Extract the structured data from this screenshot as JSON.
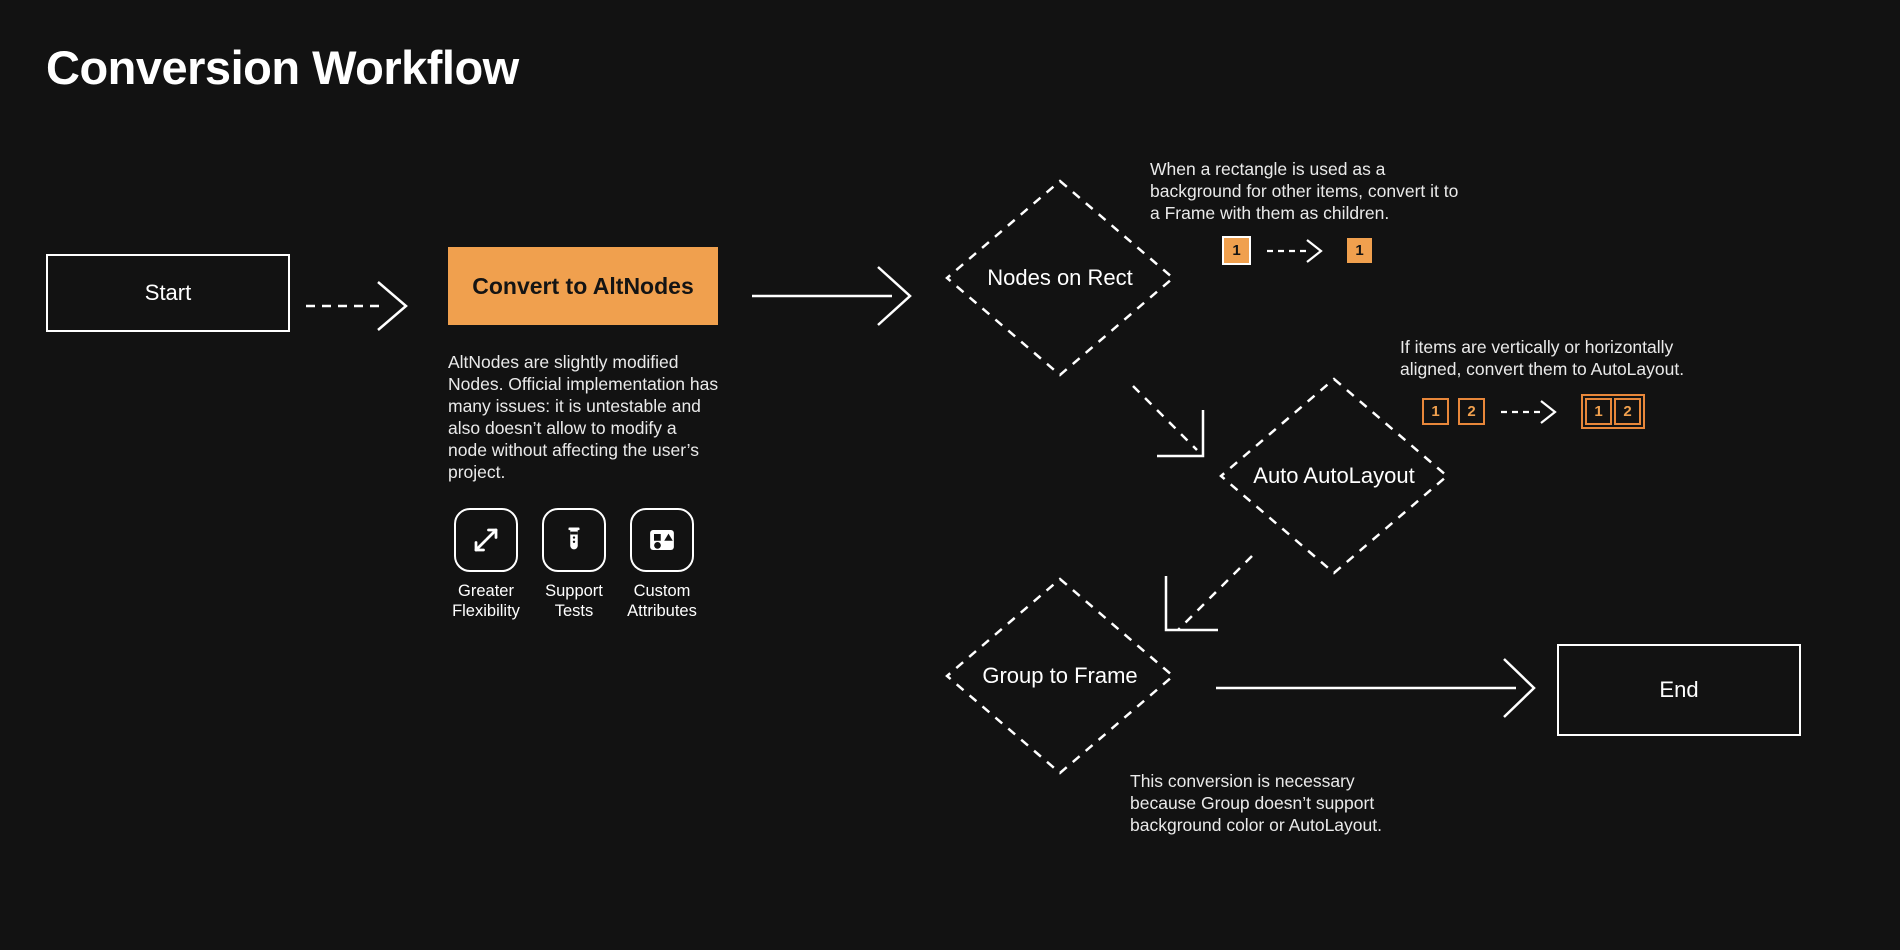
{
  "page": {
    "title": "Conversion Workflow",
    "background_color": "#121212",
    "accent_color": "#f0a04e",
    "text_color": "#ffffff"
  },
  "nodes": {
    "start": {
      "label": "Start",
      "shape": "rectangle"
    },
    "convert": {
      "label": "Convert to AltNodes",
      "shape": "rectangle",
      "fill": "#f0a04e",
      "description": "AltNodes are slightly modified Nodes. Official implementation has many issues: it is untestable and also doesn’t allow to modify a node without affecting the user’s project."
    },
    "nodes_on_rect": {
      "label": "Nodes on Rect",
      "shape": "diamond"
    },
    "auto_autolayout": {
      "label": "Auto AutoLayout",
      "shape": "diamond"
    },
    "group_to_frame": {
      "label": "Group to Frame",
      "shape": "diamond"
    },
    "end": {
      "label": "End",
      "shape": "rectangle"
    }
  },
  "features": [
    {
      "icon": "expand-arrows-icon",
      "line1": "Greater",
      "line2": "Flexibility"
    },
    {
      "icon": "test-tube-icon",
      "line1": "Support",
      "line2": "Tests"
    },
    {
      "icon": "shapes-icon",
      "line1": "Custom",
      "line2": "Attributes"
    }
  ],
  "annotations": {
    "nodes_on_rect": "When a rectangle is used as a background for other items, convert it to a Frame with them as children.",
    "auto_autolayout": "If items are vertically or horizontally aligned, convert them to AutoLayout.",
    "group_to_frame": "This conversion is necessary because Group doesn’t support background color or AutoLayout."
  },
  "illustrations": {
    "rect_to_frame": {
      "before": {
        "badges": [
          "1"
        ],
        "outer_frame": "white"
      },
      "after": {
        "badges": [
          "1"
        ],
        "outer_frame": "none"
      }
    },
    "align_to_autolayout": {
      "before": {
        "badges": [
          "1",
          "2"
        ],
        "outer_frame": "none"
      },
      "after": {
        "badges": [
          "1",
          "2"
        ],
        "outer_frame": "#e8873a"
      }
    }
  },
  "edges": [
    {
      "from": "start",
      "to": "convert",
      "style": "dashed"
    },
    {
      "from": "convert",
      "to": "nodes_on_rect",
      "style": "solid"
    },
    {
      "from": "nodes_on_rect",
      "to": "auto_autolayout",
      "style": "dashed"
    },
    {
      "from": "auto_autolayout",
      "to": "group_to_frame",
      "style": "dashed"
    },
    {
      "from": "group_to_frame",
      "to": "end",
      "style": "solid"
    }
  ]
}
